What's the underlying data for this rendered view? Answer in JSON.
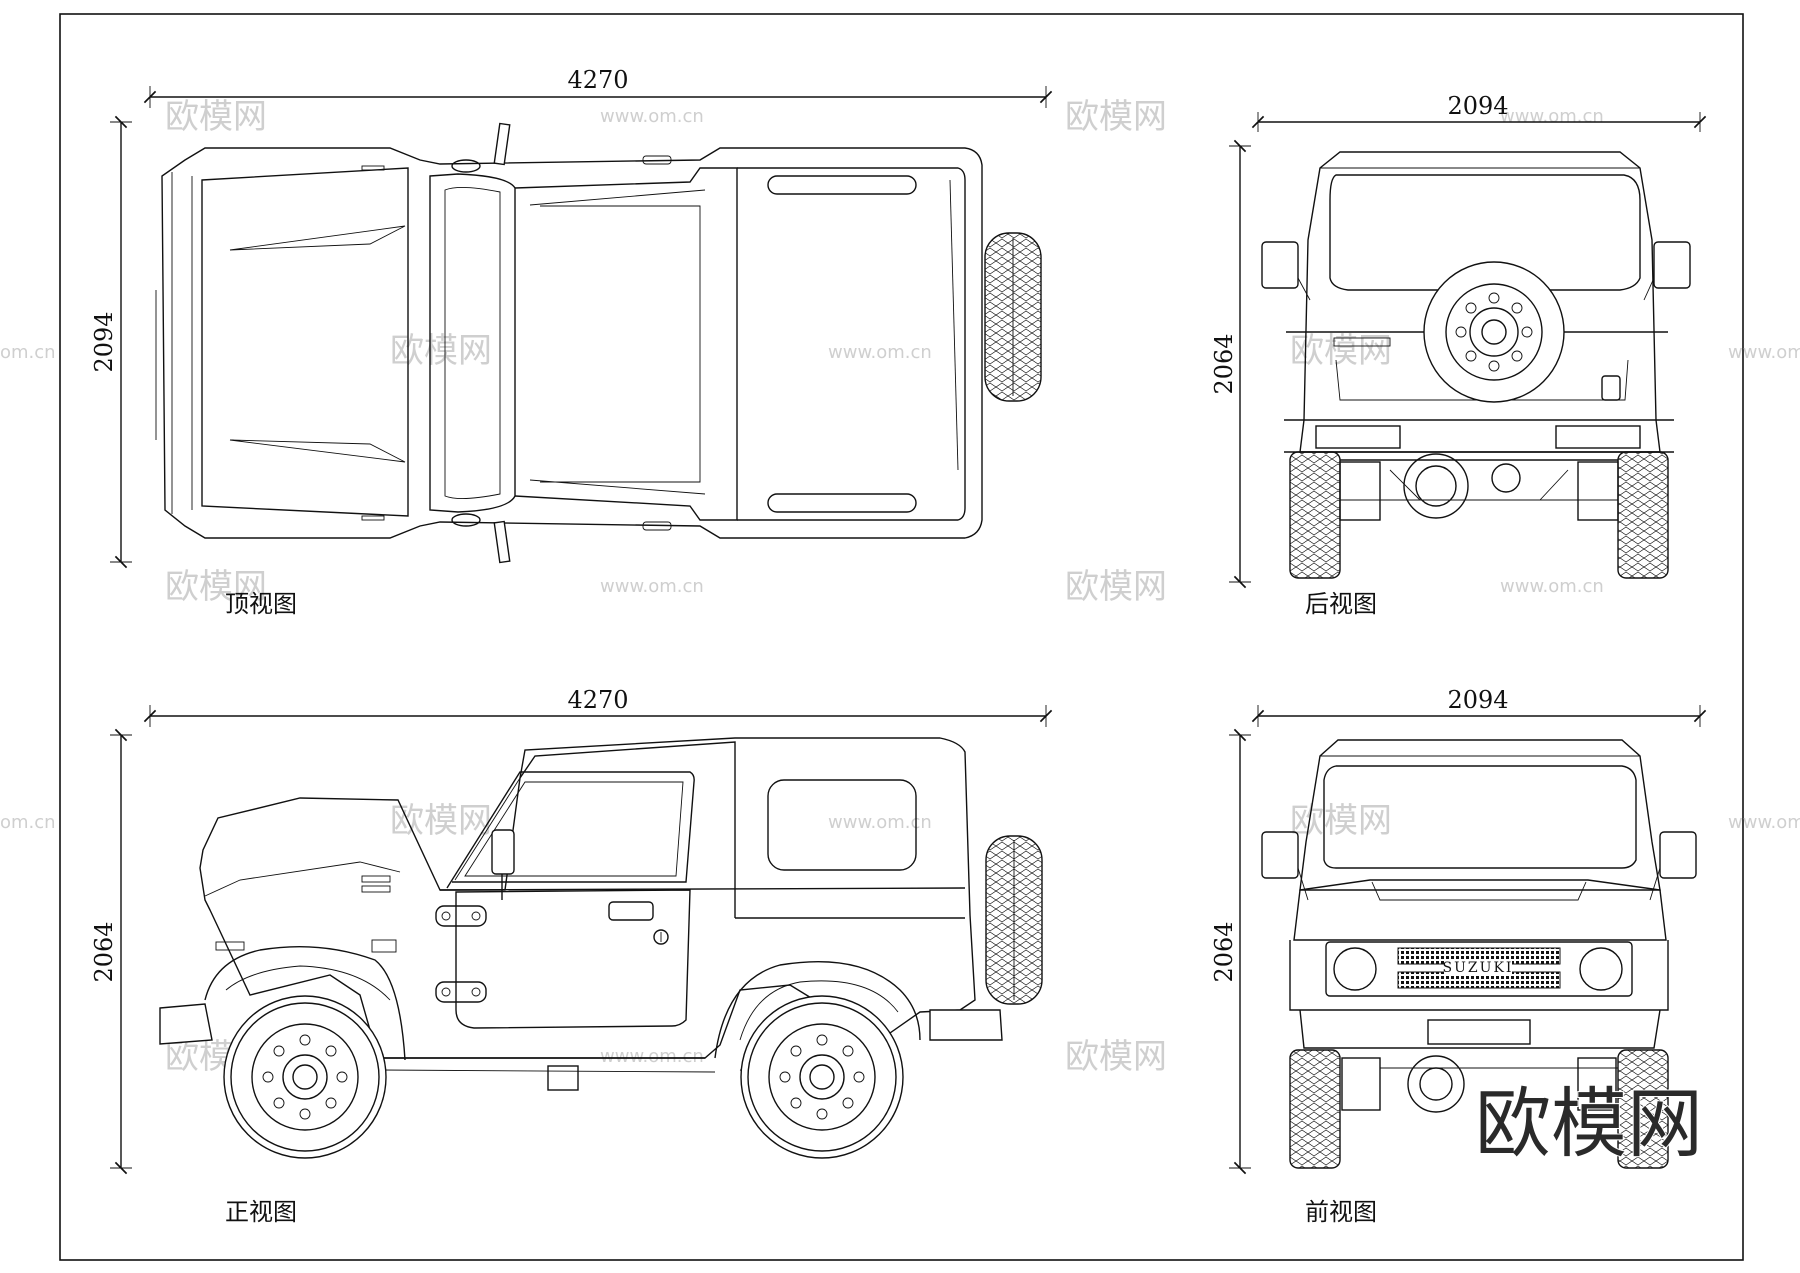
{
  "views": {
    "top": {
      "label": "顶视图",
      "length": "4270",
      "width": "2094"
    },
    "rear": {
      "label": "后视图",
      "width": "2094",
      "height": "2064"
    },
    "side": {
      "label": "正视图",
      "length": "4270",
      "height": "2064"
    },
    "front": {
      "label": "前视图",
      "width": "2094",
      "height": "2064",
      "badge": "SUZUKI"
    }
  },
  "watermark": {
    "brand": "欧模网",
    "url": "www.om.cn",
    "url_short": "om.cn",
    "url_rear": "www.om.cn",
    "corner": "欧模网"
  },
  "colors": {
    "line": "#111111",
    "watermark": "#cfcfcf",
    "background": "#ffffff"
  }
}
